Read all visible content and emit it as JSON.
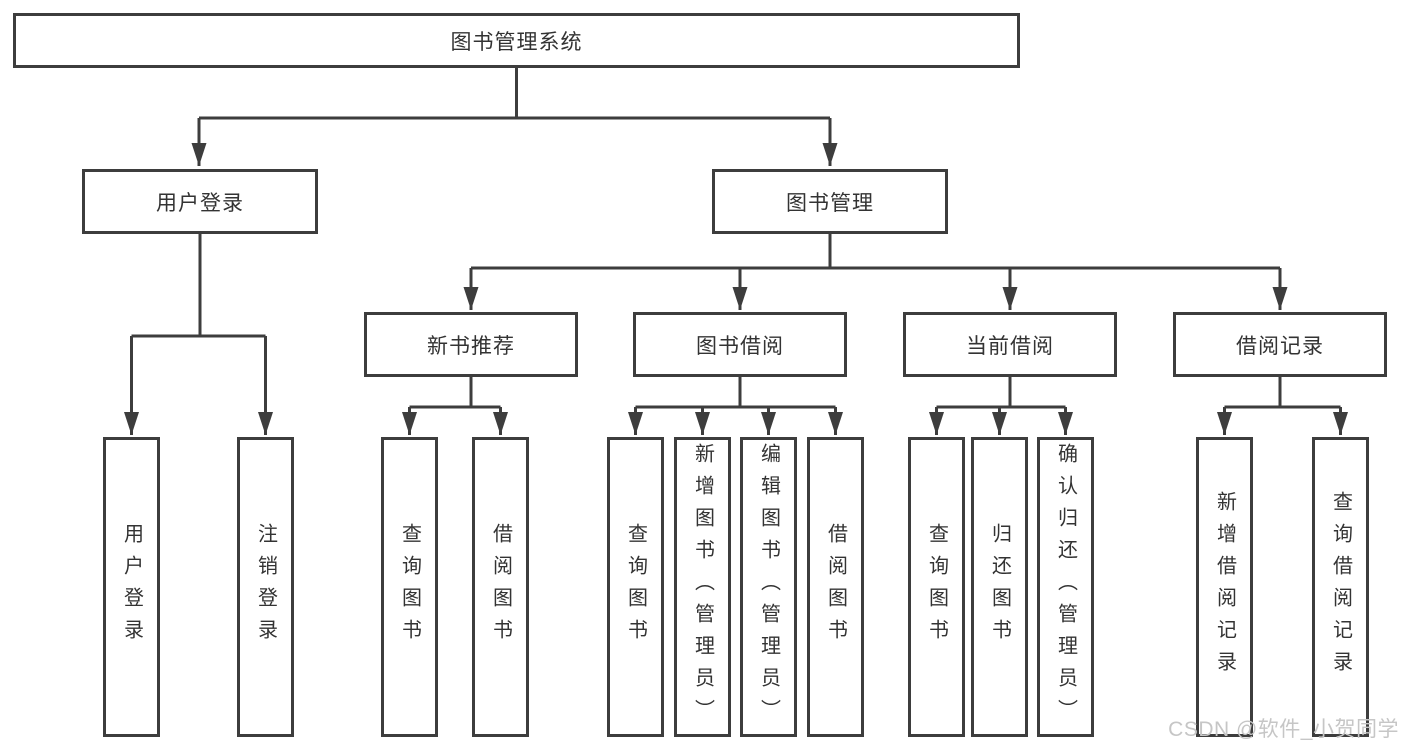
{
  "diagram_title": "图书管理系统",
  "colors": {
    "line": "#3d3d3d",
    "box_border": "#3d3d3d",
    "text": "#333333",
    "watermark": "#c6c6c6",
    "background": "#ffffff"
  },
  "nodes": {
    "root": {
      "label": "图书管理系统"
    },
    "branches": [
      {
        "label": "用户登录",
        "children": [
          {
            "label": "用户登录"
          },
          {
            "label": "注销登录"
          }
        ]
      },
      {
        "label": "图书管理",
        "children": [
          {
            "label": "新书推荐",
            "children": [
              {
                "label": "查询图书"
              },
              {
                "label": "借阅图书"
              }
            ]
          },
          {
            "label": "图书借阅",
            "children": [
              {
                "label": "查询图书"
              },
              {
                "label": "新增图书（管理员）"
              },
              {
                "label": "编辑图书（管理员）"
              },
              {
                "label": "借阅图书"
              }
            ]
          },
          {
            "label": "当前借阅",
            "children": [
              {
                "label": "查询图书"
              },
              {
                "label": "归还图书"
              },
              {
                "label": "确认归还（管理员）"
              }
            ]
          },
          {
            "label": "借阅记录",
            "children": [
              {
                "label": "新增借阅记录"
              },
              {
                "label": "查询借阅记录"
              }
            ]
          }
        ]
      }
    ]
  },
  "watermark": {
    "text": "CSDN @软件_小贺同学"
  }
}
